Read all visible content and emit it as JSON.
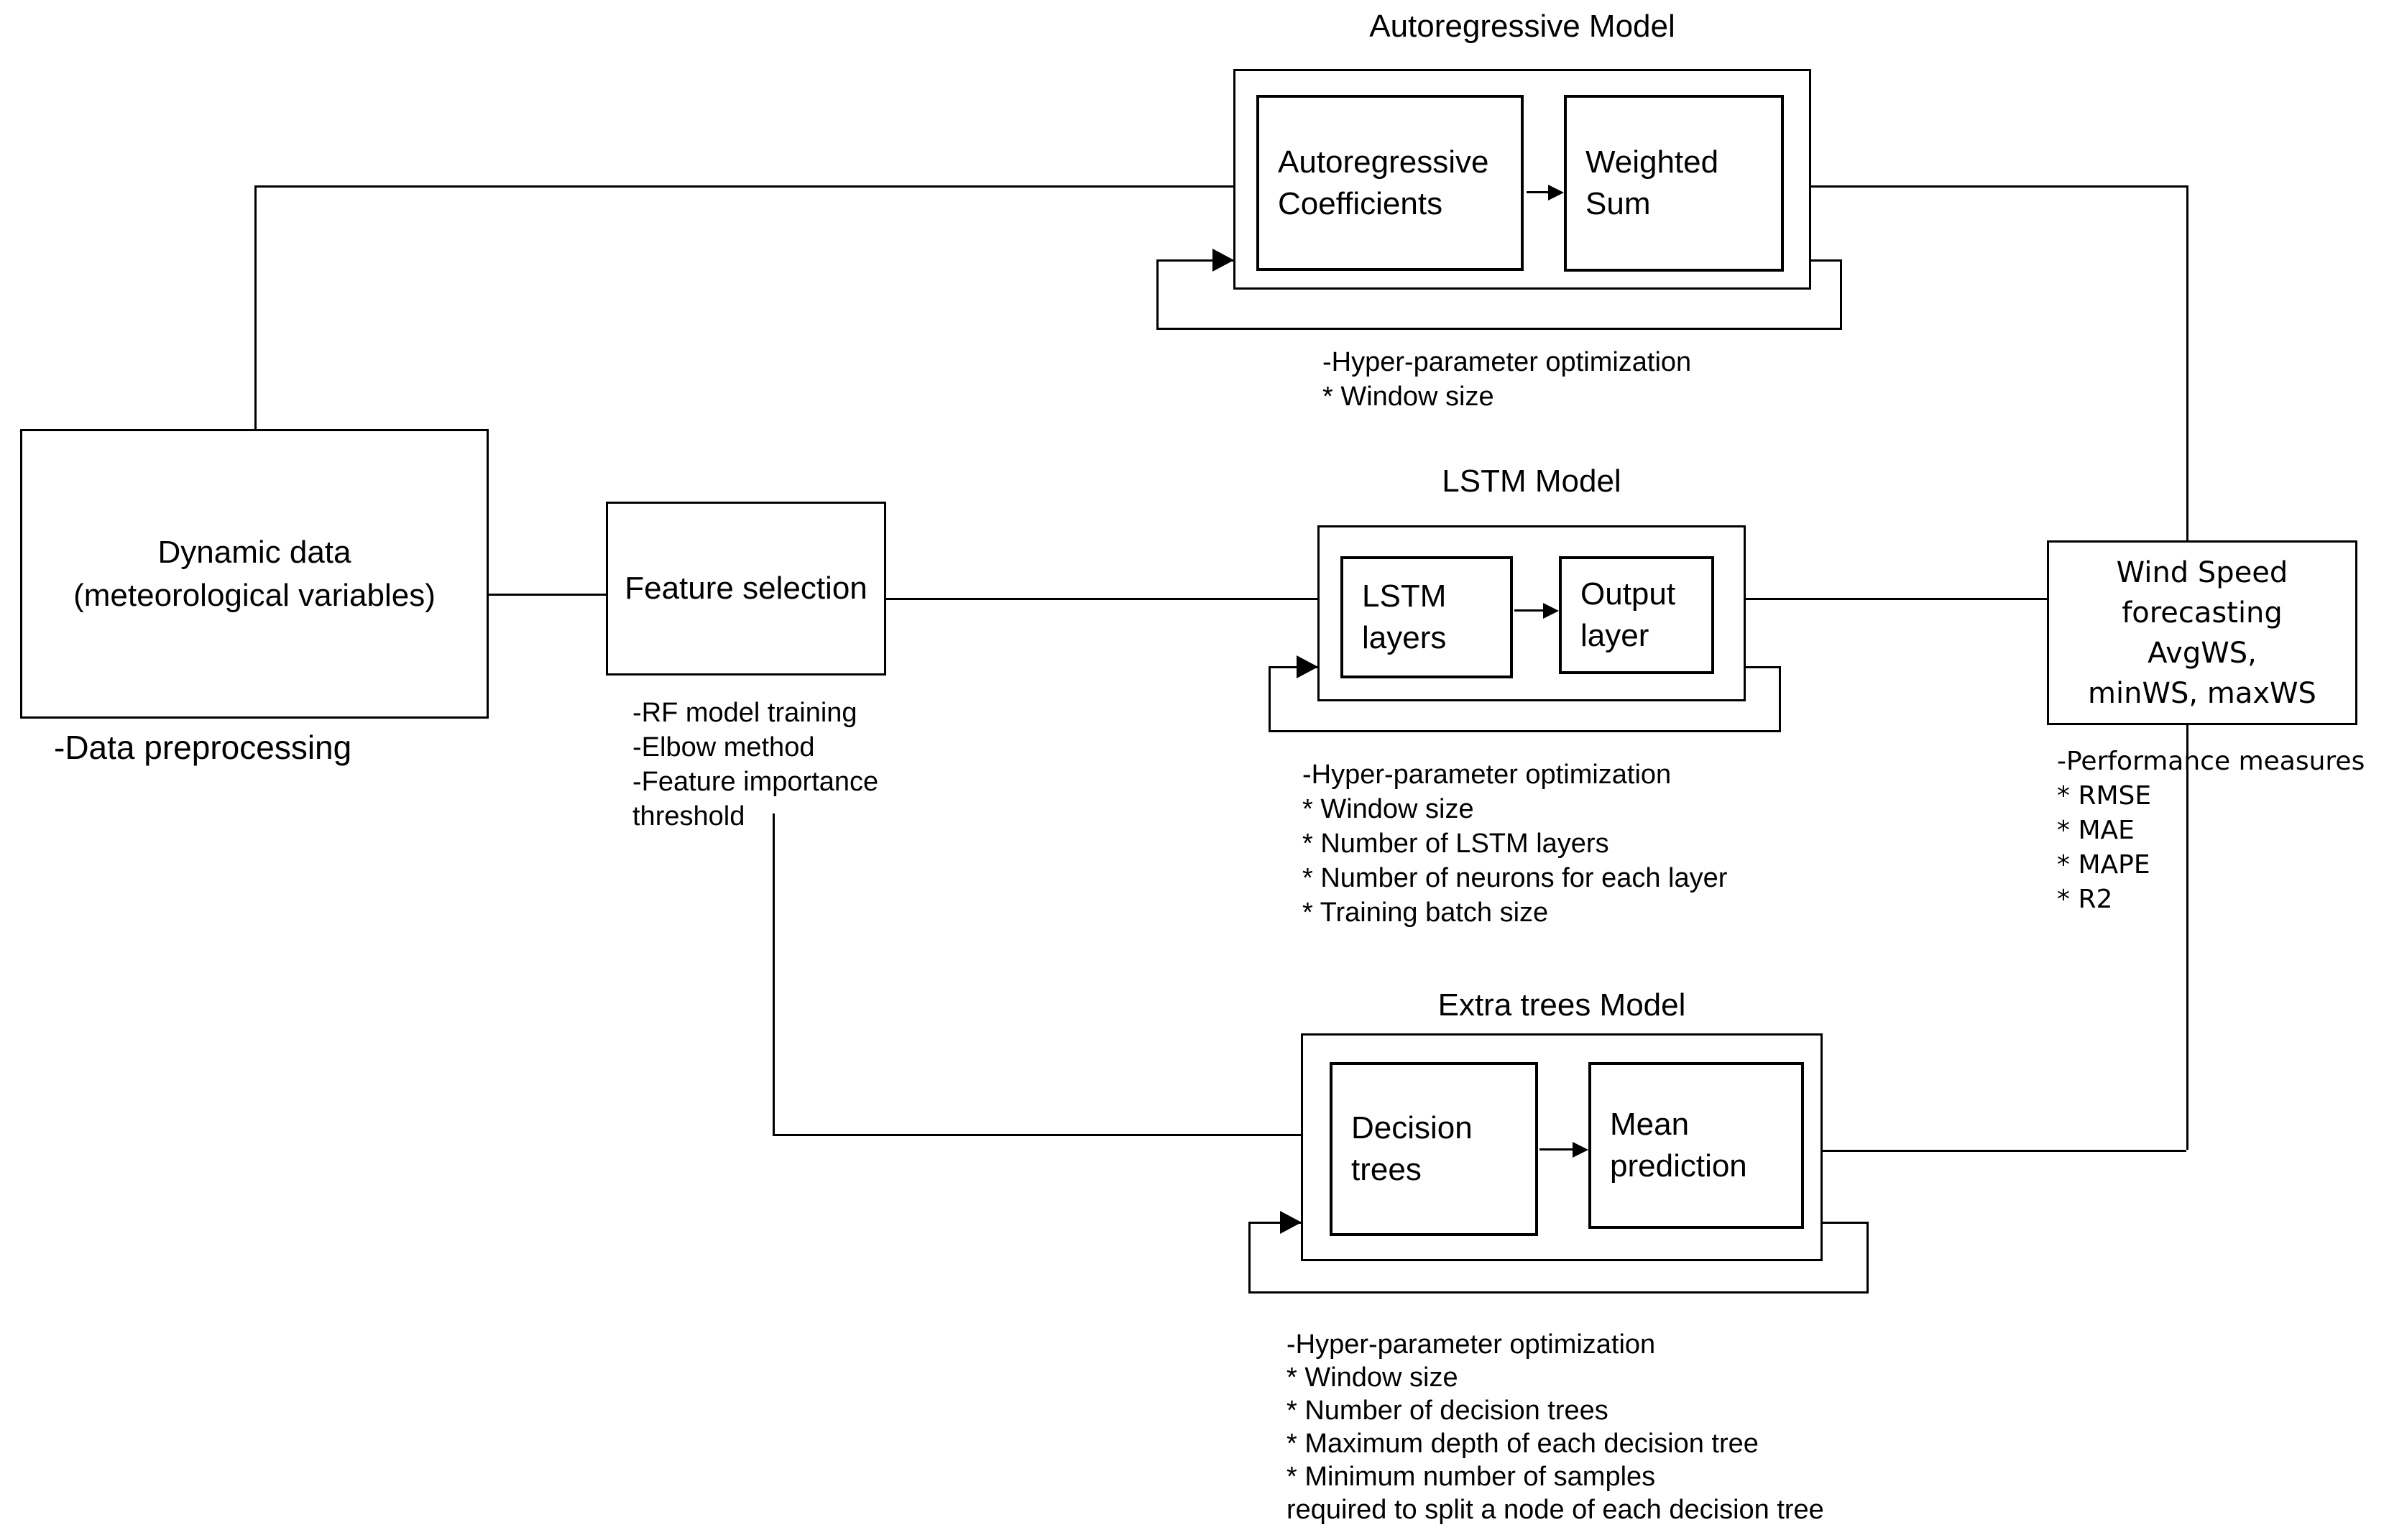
{
  "diagram": {
    "background": "#ffffff",
    "stroke": "#000000",
    "dynamic_data": {
      "label_lines": [
        "Dynamic data",
        "(meteorological variables)"
      ],
      "caption": "-Data preprocessing"
    },
    "feature_selection": {
      "label": "Feature selection",
      "caption_lines": [
        "-RF model training",
        "-Elbow method",
        "-Feature importance",
        "threshold"
      ]
    },
    "autoregressive": {
      "title": "Autoregressive Model",
      "stage1_lines": [
        "Autoregressive",
        "Coefficients"
      ],
      "stage2_lines": [
        "Weighted",
        "Sum"
      ],
      "caption_lines": [
        "-Hyper-parameter optimization",
        "* Window size"
      ]
    },
    "lstm": {
      "title": "LSTM Model",
      "stage1_lines": [
        "LSTM",
        "layers"
      ],
      "stage2_lines": [
        "Output",
        "layer"
      ],
      "caption_lines": [
        "-Hyper-parameter optimization",
        "* Window size",
        "* Number of LSTM layers",
        "* Number of neurons for each layer",
        "* Training batch size"
      ]
    },
    "extra_trees": {
      "title": "Extra trees Model",
      "stage1_lines": [
        "Decision",
        "trees"
      ],
      "stage2_lines": [
        "Mean",
        "prediction"
      ],
      "caption_lines": [
        "-Hyper-parameter optimization",
        "* Window size",
        "* Number of decision trees",
        "* Maximum depth of each decision tree",
        "* Minimum number of samples",
        "required to split a node of each decision tree"
      ]
    },
    "wind_speed": {
      "label_lines": [
        "Wind Speed",
        "forecasting",
        "AvgWS,",
        "minWS, maxWS"
      ],
      "caption_lines": [
        "-Performance measures",
        "* RMSE",
        "* MAE",
        "* MAPE",
        "* R2"
      ]
    }
  }
}
